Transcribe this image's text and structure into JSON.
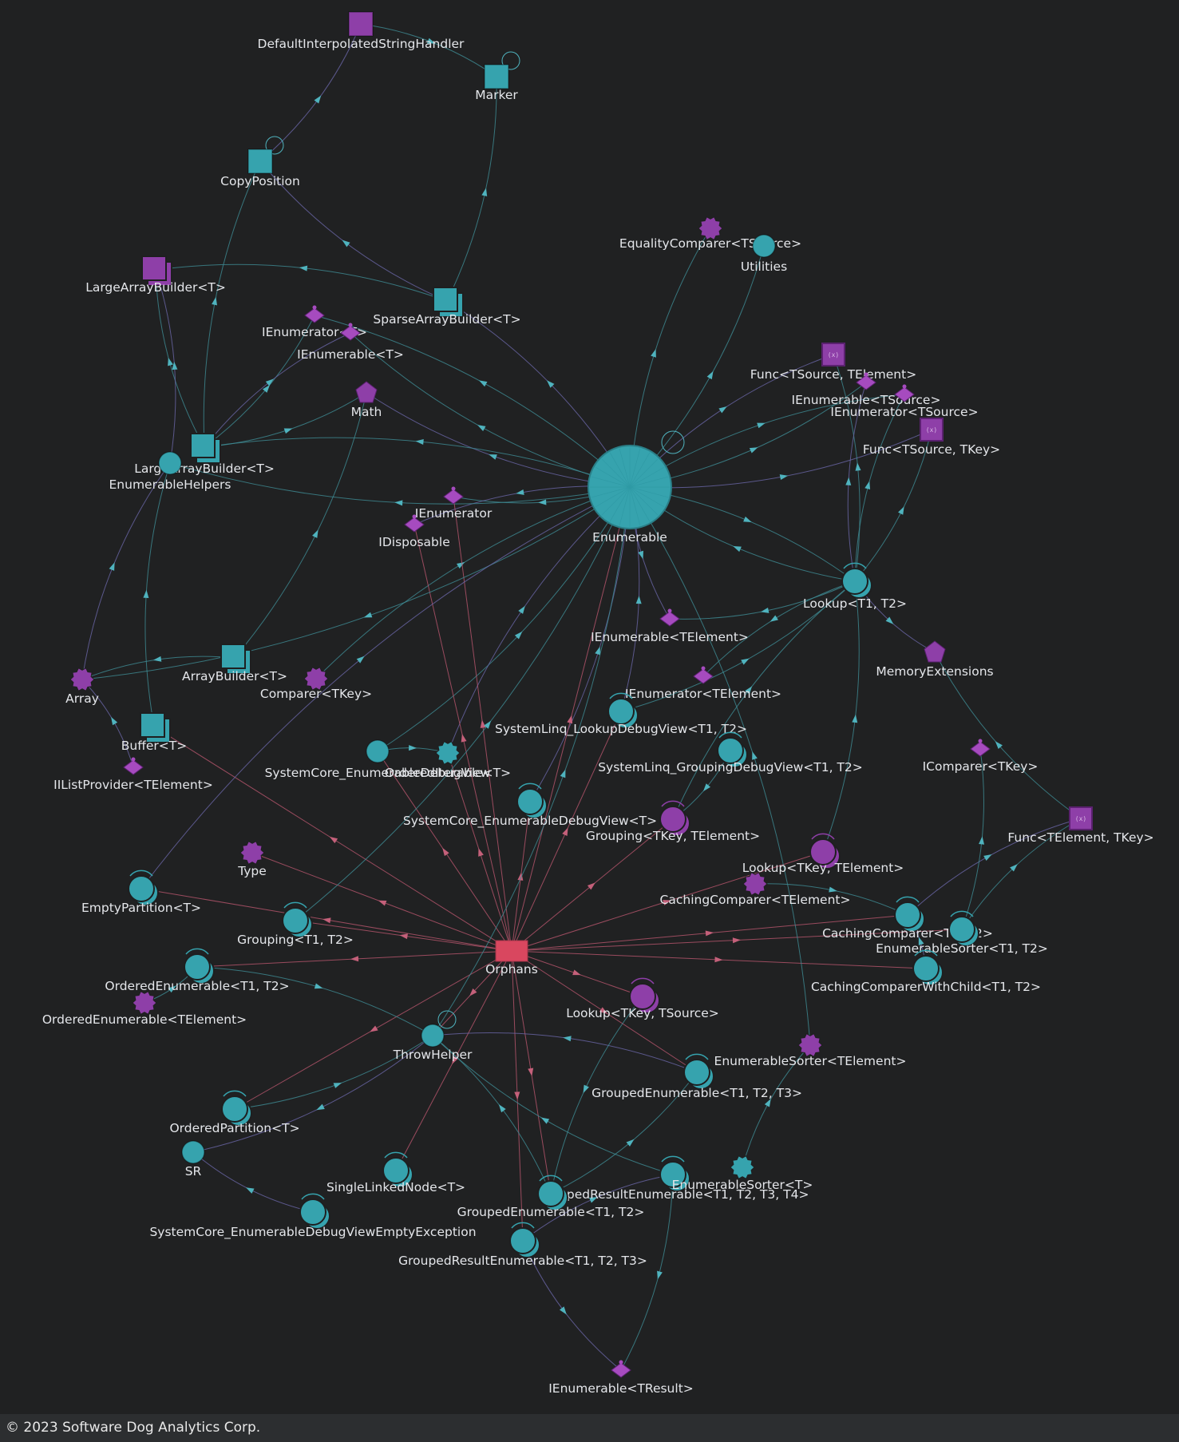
{
  "nodes": [
    {
      "id": "DefaultInterpolatedStringHandler",
      "label": "DefaultInterpolatedStringHandler",
      "kind": "struct",
      "color": "#8e3fa8"
    },
    {
      "id": "Marker",
      "label": "Marker",
      "kind": "struct",
      "color": "#36a3ae"
    },
    {
      "id": "CopyPosition",
      "label": "CopyPosition",
      "kind": "struct",
      "color": "#36a3ae"
    },
    {
      "id": "EqualityComparer",
      "label": "EqualityComparer<TSource>",
      "kind": "generic-class",
      "color": "#8e3fa8"
    },
    {
      "id": "Utilities",
      "label": "Utilities",
      "kind": "class",
      "color": "#36a3ae"
    },
    {
      "id": "LargeArrayBuilderTop",
      "label": "LargeArrayBuilder<T>",
      "kind": "struct-multi",
      "color": "#8e3fa8"
    },
    {
      "id": "SparseArrayBuilder",
      "label": "SparseArrayBuilder<T>",
      "kind": "struct-multi",
      "color": "#36a3ae"
    },
    {
      "id": "IEnumeratorT",
      "label": "IEnumerator<T>",
      "kind": "interface",
      "color": "#a64bbf"
    },
    {
      "id": "IEnumerableT",
      "label": "IEnumerable<T>",
      "kind": "interface",
      "color": "#a64bbf"
    },
    {
      "id": "FuncTSourceTElement",
      "label": "Func<TSource, TElement>",
      "kind": "delegate",
      "color": "#8e3fa8"
    },
    {
      "id": "IEnumerableTSource",
      "label": "IEnumerable<TSource>",
      "kind": "interface",
      "color": "#a64bbf"
    },
    {
      "id": "IEnumeratorTSource",
      "label": "IEnumerator<TSource>",
      "kind": "interface",
      "color": "#a64bbf"
    },
    {
      "id": "FuncTSourceTKey",
      "label": "Func<TSource, TKey>",
      "kind": "delegate",
      "color": "#8e3fa8"
    },
    {
      "id": "Math",
      "label": "Math",
      "kind": "static",
      "color": "#8e3fa8"
    },
    {
      "id": "LargeArrayBuilder",
      "label": "LargeArrayBuilder<T>",
      "kind": "struct-multi",
      "color": "#36a3ae"
    },
    {
      "id": "EnumerableHelpers",
      "label": "EnumerableHelpers",
      "kind": "class",
      "color": "#36a3ae"
    },
    {
      "id": "Enumerable",
      "label": "Enumerable",
      "kind": "class-large",
      "color": "#36a3ae"
    },
    {
      "id": "IEnumerator",
      "label": "IEnumerator",
      "kind": "interface",
      "color": "#a64bbf"
    },
    {
      "id": "IDisposable",
      "label": "IDisposable",
      "kind": "interface",
      "color": "#a64bbf"
    },
    {
      "id": "Lookup",
      "label": "Lookup<T1, T2>",
      "kind": "class-multi",
      "color": "#36a3ae"
    },
    {
      "id": "IEnumerableTElement",
      "label": "IEnumerable<TElement>",
      "kind": "interface",
      "color": "#a64bbf"
    },
    {
      "id": "MemoryExtensions",
      "label": "MemoryExtensions",
      "kind": "static",
      "color": "#8e3fa8"
    },
    {
      "id": "Array",
      "label": "Array",
      "kind": "generic-class",
      "color": "#8e3fa8"
    },
    {
      "id": "ArrayBuilder",
      "label": "ArrayBuilder<T>",
      "kind": "struct-multi",
      "color": "#36a3ae"
    },
    {
      "id": "ComparerTKey",
      "label": "Comparer<TKey>",
      "kind": "generic-class",
      "color": "#8e3fa8"
    },
    {
      "id": "IEnumeratorTElement",
      "label": "IEnumerator<TElement>",
      "kind": "interface",
      "color": "#a64bbf"
    },
    {
      "id": "BufferT",
      "label": "Buffer<T>",
      "kind": "struct-multi",
      "color": "#36a3ae"
    },
    {
      "id": "SystemLinqLookupDebugView",
      "label": "SystemLinq_LookupDebugView<T1, T2>",
      "kind": "class-multi",
      "color": "#36a3ae"
    },
    {
      "id": "IComparerTKey",
      "label": "IComparer<TKey>",
      "kind": "interface",
      "color": "#a64bbf"
    },
    {
      "id": "IIListProvider",
      "label": "IIListProvider<TElement>",
      "kind": "interface",
      "color": "#a64bbf"
    },
    {
      "id": "SystemCoreEnumerableDebugView",
      "label": "SystemCore_EnumerableDebugView",
      "kind": "class",
      "color": "#36a3ae"
    },
    {
      "id": "OrderedIterable",
      "label": "OrderedIterable<T>",
      "kind": "generic-class",
      "color": "#36a3ae"
    },
    {
      "id": "SystemLinqGroupingDebugView",
      "label": "SystemLinq_GroupingDebugView<T1, T2>",
      "kind": "class-multi",
      "color": "#36a3ae"
    },
    {
      "id": "SystemCoreEnumerableDebugViewT",
      "label": "SystemCore_EnumerableDebugView<T>",
      "kind": "class-multi",
      "color": "#36a3ae"
    },
    {
      "id": "GroupingTKeyTElement",
      "label": "Grouping<TKey, TElement>",
      "kind": "class-multi",
      "color": "#8e3fa8"
    },
    {
      "id": "FuncTElementTKey",
      "label": "Func<TElement, TKey>",
      "kind": "delegate",
      "color": "#8e3fa8"
    },
    {
      "id": "Type",
      "label": "Type",
      "kind": "generic-class",
      "color": "#8e3fa8"
    },
    {
      "id": "LookupTKeyTElement",
      "label": "Lookup<TKey, TElement>",
      "kind": "class-multi",
      "color": "#8e3fa8"
    },
    {
      "id": "CachingComparerTElement",
      "label": "CachingComparer<TElement>",
      "kind": "generic-class",
      "color": "#8e3fa8"
    },
    {
      "id": "EmptyPartition",
      "label": "EmptyPartition<T>",
      "kind": "class-multi",
      "color": "#36a3ae"
    },
    {
      "id": "GroupingT1T2",
      "label": "Grouping<T1, T2>",
      "kind": "class-multi",
      "color": "#36a3ae"
    },
    {
      "id": "CachingComparerT1T2",
      "label": "CachingComparer<T1, T2>",
      "kind": "class-multi",
      "color": "#36a3ae"
    },
    {
      "id": "EnumerableSorterT1T2",
      "label": "EnumerableSorter<T1, T2>",
      "kind": "class-multi",
      "color": "#36a3ae"
    },
    {
      "id": "Orphans",
      "label": "Orphans",
      "kind": "folder",
      "color": "#d9475f"
    },
    {
      "id": "OrderedEnumerableT1T2",
      "label": "OrderedEnumerable<T1, T2>",
      "kind": "class-multi",
      "color": "#36a3ae"
    },
    {
      "id": "CachingComparerWithChild",
      "label": "CachingComparerWithChild<T1, T2>",
      "kind": "class-multi",
      "color": "#36a3ae"
    },
    {
      "id": "OrderedEnumerableTElement",
      "label": "OrderedEnumerable<TElement>",
      "kind": "generic-class",
      "color": "#8e3fa8"
    },
    {
      "id": "LookupTKeyTSource",
      "label": "Lookup<TKey, TSource>",
      "kind": "class-multi",
      "color": "#8e3fa8"
    },
    {
      "id": "ThrowHelper",
      "label": "ThrowHelper",
      "kind": "class",
      "color": "#36a3ae"
    },
    {
      "id": "EnumerableSorterTElement",
      "label": "EnumerableSorter<TElement>",
      "kind": "generic-class",
      "color": "#8e3fa8"
    },
    {
      "id": "GroupedEnumerableT1T2T3",
      "label": "GroupedEnumerable<T1, T2, T3>",
      "kind": "class-multi",
      "color": "#36a3ae"
    },
    {
      "id": "OrderedPartition",
      "label": "OrderedPartition<T>",
      "kind": "class-multi",
      "color": "#36a3ae"
    },
    {
      "id": "SR",
      "label": "SR",
      "kind": "class",
      "color": "#36a3ae"
    },
    {
      "id": "SingleLinkedNode",
      "label": "SingleLinkedNode<T>",
      "kind": "class-multi",
      "color": "#36a3ae"
    },
    {
      "id": "GroupedResultEnumerable4",
      "label": "GroupedResultEnumerable<T1, T2, T3, T4>",
      "kind": "class-multi",
      "color": "#36a3ae"
    },
    {
      "id": "EnumerableSorterT",
      "label": "EnumerableSorter<T>",
      "kind": "generic-class",
      "color": "#36a3ae"
    },
    {
      "id": "GroupedEnumerableT1T2",
      "label": "GroupedEnumerable<T1, T2>",
      "kind": "class-multi",
      "color": "#36a3ae"
    },
    {
      "id": "SystemCoreEnumerableDebugViewEmptyException",
      "label": "SystemCore_EnumerableDebugViewEmptyException",
      "kind": "class-multi",
      "color": "#36a3ae"
    },
    {
      "id": "GroupedResultEnumerable3",
      "label": "GroupedResultEnumerable<T1, T2, T3>",
      "kind": "class-multi",
      "color": "#36a3ae"
    },
    {
      "id": "IEnumerableTResult",
      "label": "IEnumerable<TResult>",
      "kind": "interface",
      "color": "#a64bbf"
    }
  ],
  "footer": {
    "copyright": "© 2023 Software Dog Analytics Corp."
  }
}
